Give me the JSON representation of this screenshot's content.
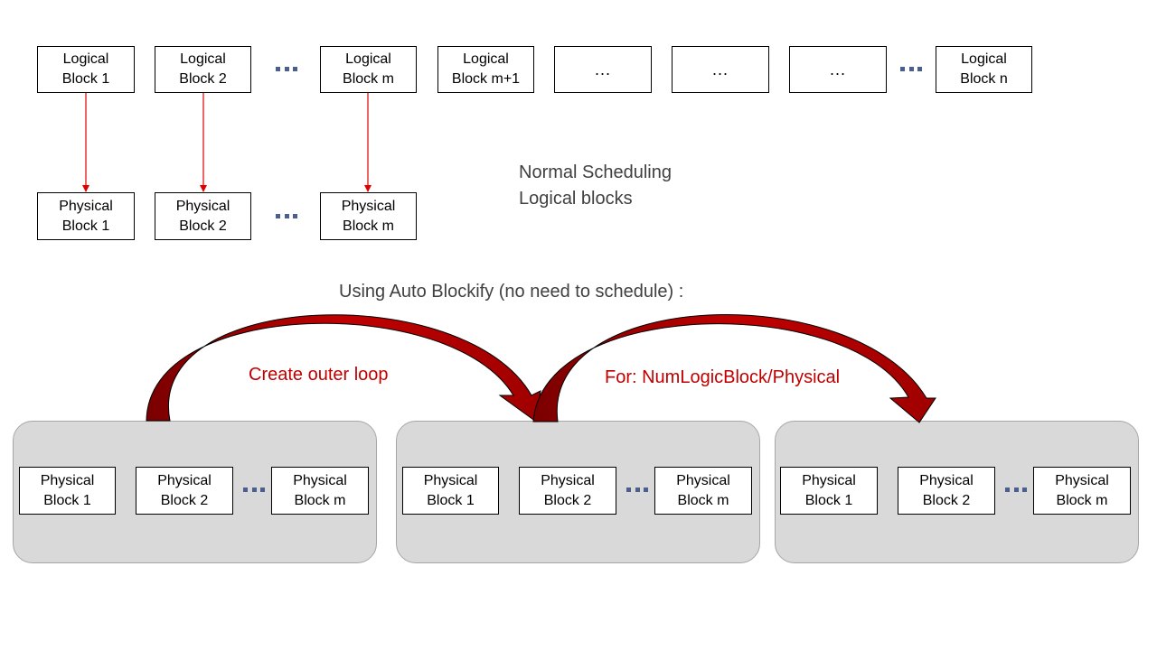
{
  "logical_blocks": [
    {
      "label": "Logical\nBlock 1"
    },
    {
      "label": "Logical\nBlock 2"
    },
    {
      "label": "Logical\nBlock m"
    },
    {
      "label": "Logical\nBlock m+1"
    },
    {
      "label": "..."
    },
    {
      "label": "..."
    },
    {
      "label": "..."
    },
    {
      "label": "Logical\nBlock n"
    }
  ],
  "physical_blocks_top": [
    {
      "label": "Physical\nBlock 1"
    },
    {
      "label": "Physical\nBlock 2"
    },
    {
      "label": "Physical\nBlock m"
    }
  ],
  "normal_scheduling_label": "Normal Scheduling\nLogical blocks",
  "auto_blockify_label": "Using Auto Blockify (no need to schedule) :",
  "create_outer_loop_label": "Create outer loop",
  "for_loop_label": "For: NumLogicBlock/Physical",
  "groups": [
    {
      "blocks": [
        {
          "label": "Physical\nBlock 1"
        },
        {
          "label": "Physical\nBlock 2"
        },
        {
          "label": "Physical\nBlock m"
        }
      ]
    },
    {
      "blocks": [
        {
          "label": "Physical\nBlock 1"
        },
        {
          "label": "Physical\nBlock 2"
        },
        {
          "label": "Physical\nBlock m"
        }
      ]
    },
    {
      "blocks": [
        {
          "label": "Physical\nBlock 1"
        },
        {
          "label": "Physical\nBlock 2"
        },
        {
          "label": "Physical\nBlock m"
        }
      ]
    }
  ],
  "colors": {
    "mapping_arrow": "#e00000",
    "curved_arrow_fill": "#b00000",
    "group_fill": "#d9d9d9",
    "ellipsis": "#4a5f8f",
    "label_text": "#404040",
    "red_text": "#c00000"
  }
}
